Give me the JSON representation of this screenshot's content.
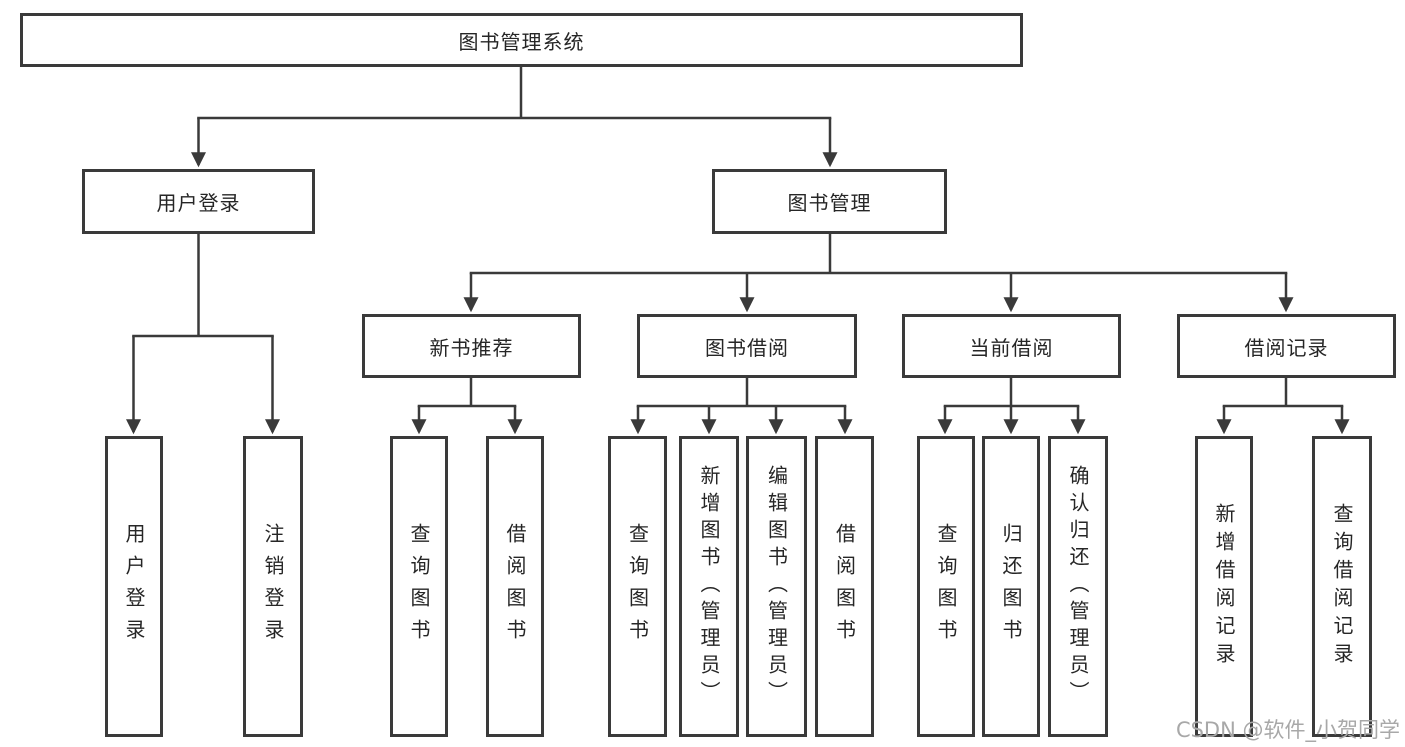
{
  "colors": {
    "background": "#ffffff",
    "line": "#3a3a3a",
    "box_border": "#3a3a3a",
    "text": "#262626",
    "watermark": "#a8a8a8"
  },
  "tree": {
    "root": {
      "label": "图书管理系统"
    },
    "level2": [
      {
        "label": "用户登录",
        "children": [
          {
            "label": "用户登录"
          },
          {
            "label": "注销登录"
          }
        ]
      },
      {
        "label": "图书管理",
        "children": [
          {
            "label": "新书推荐",
            "children": [
              {
                "label": "查询图书"
              },
              {
                "label": "借阅图书"
              }
            ]
          },
          {
            "label": "图书借阅",
            "children": [
              {
                "label": "查询图书"
              },
              {
                "label": "新增图书（管理员）"
              },
              {
                "label": "编辑图书（管理员）"
              },
              {
                "label": "借阅图书"
              }
            ]
          },
          {
            "label": "当前借阅",
            "children": [
              {
                "label": "查询图书"
              },
              {
                "label": "归还图书"
              },
              {
                "label": "确认归还（管理员）"
              }
            ]
          },
          {
            "label": "借阅记录",
            "children": [
              {
                "label": "新增借阅记录"
              },
              {
                "label": "查询借阅记录"
              }
            ]
          }
        ]
      }
    ]
  },
  "watermark": {
    "text": "CSDN @软件_小贺同学"
  }
}
